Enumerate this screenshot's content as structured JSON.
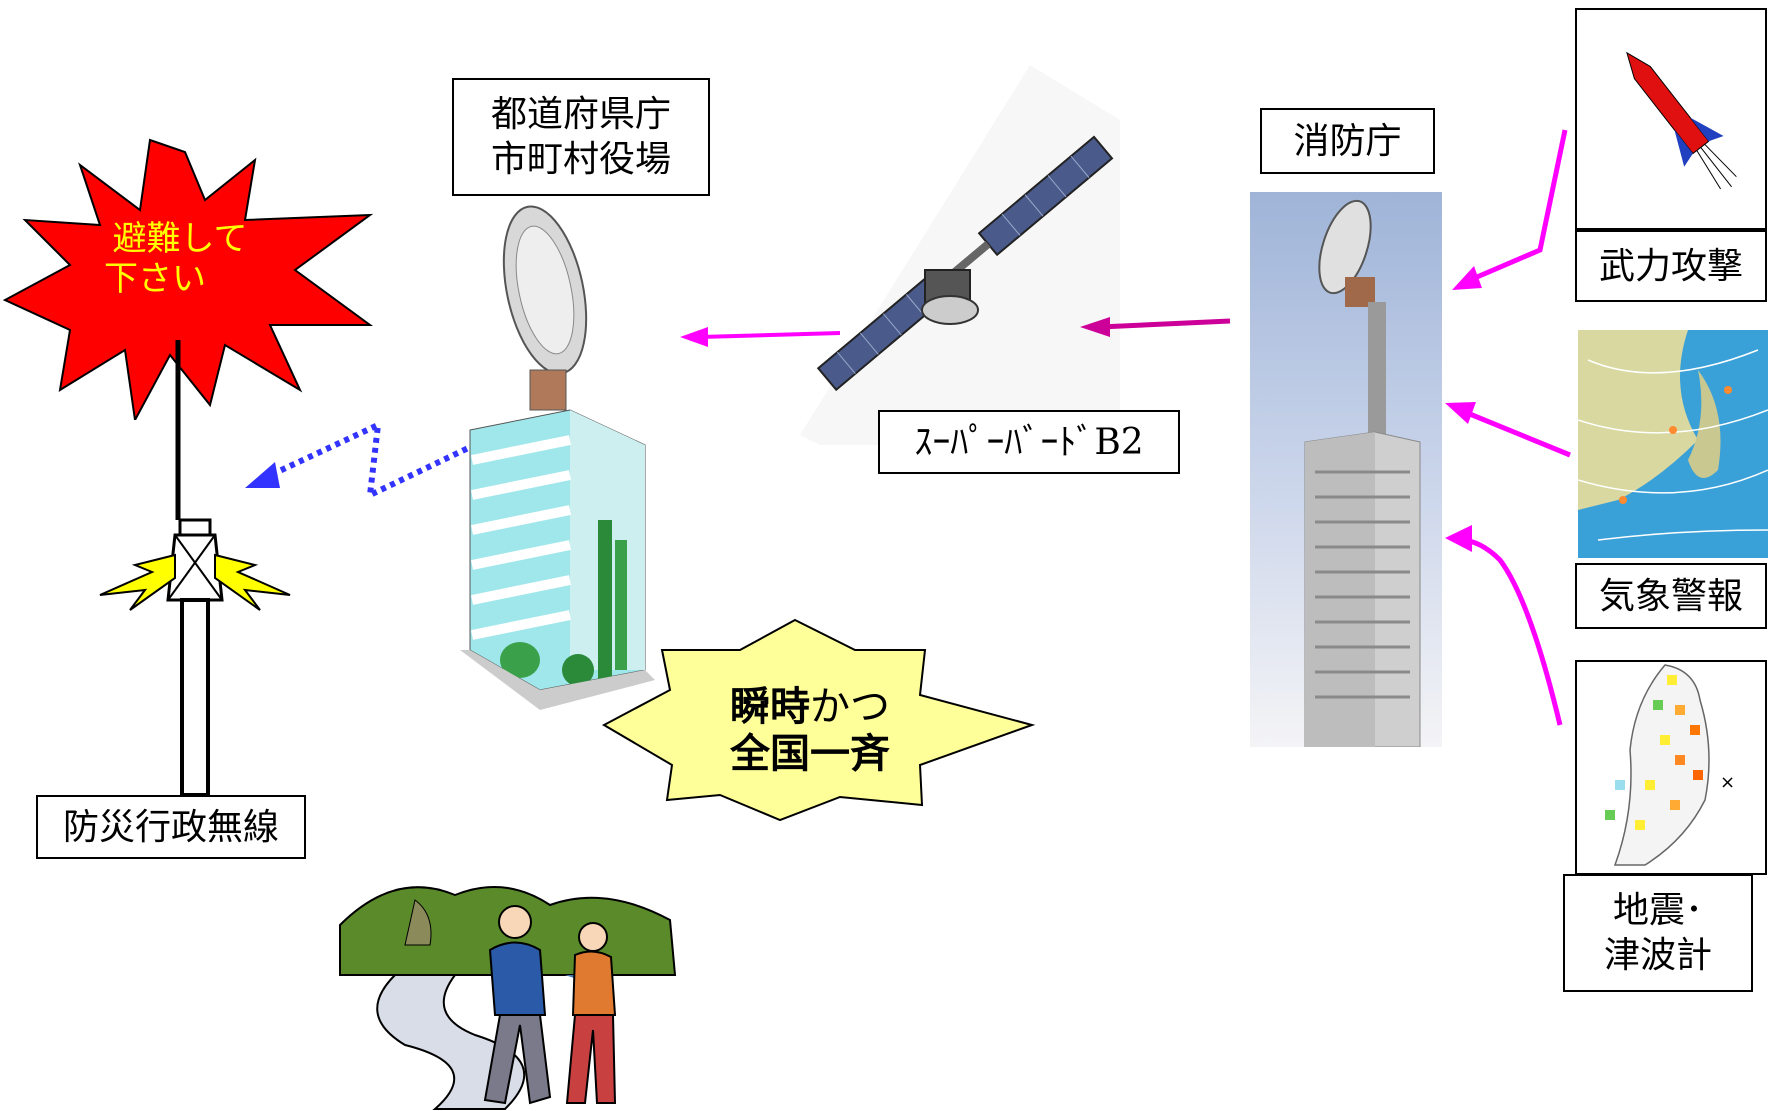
{
  "evacuate_burst": {
    "line1": "避難して",
    "line2": "下さい"
  },
  "prefecture_box": {
    "line1": "都道府県庁",
    "line2": "市町村役場"
  },
  "satellite_label": "ｽｰﾊﾟｰﾊﾞｰﾄﾞB2",
  "fdma_label": "消防庁",
  "instant_burst": {
    "line1_bold": "瞬時",
    "line1_rest": "かつ",
    "line2": "全国一斉"
  },
  "siren_label": "防災行政無線",
  "sources": {
    "armed_attack": "武力攻撃",
    "weather_warning": "気象警報",
    "earthquake_tsunami": {
      "line1": "地震･",
      "line2": "津波計"
    }
  },
  "colors": {
    "burst_red": "#ff0000",
    "burst_text_yellow": "#ffff00",
    "instant_burst_fill": "#ffff99",
    "arrow_magenta": "#ff00ff",
    "arrow_dark_magenta": "#cc0099",
    "radio_arrow_blue": "#3333ff"
  },
  "icons": [
    "satellite-icon",
    "missile-icon",
    "weather-map-icon",
    "seismic-map-icon",
    "building-icon",
    "tower-icon",
    "dish-icon",
    "evacuees-illustration"
  ]
}
